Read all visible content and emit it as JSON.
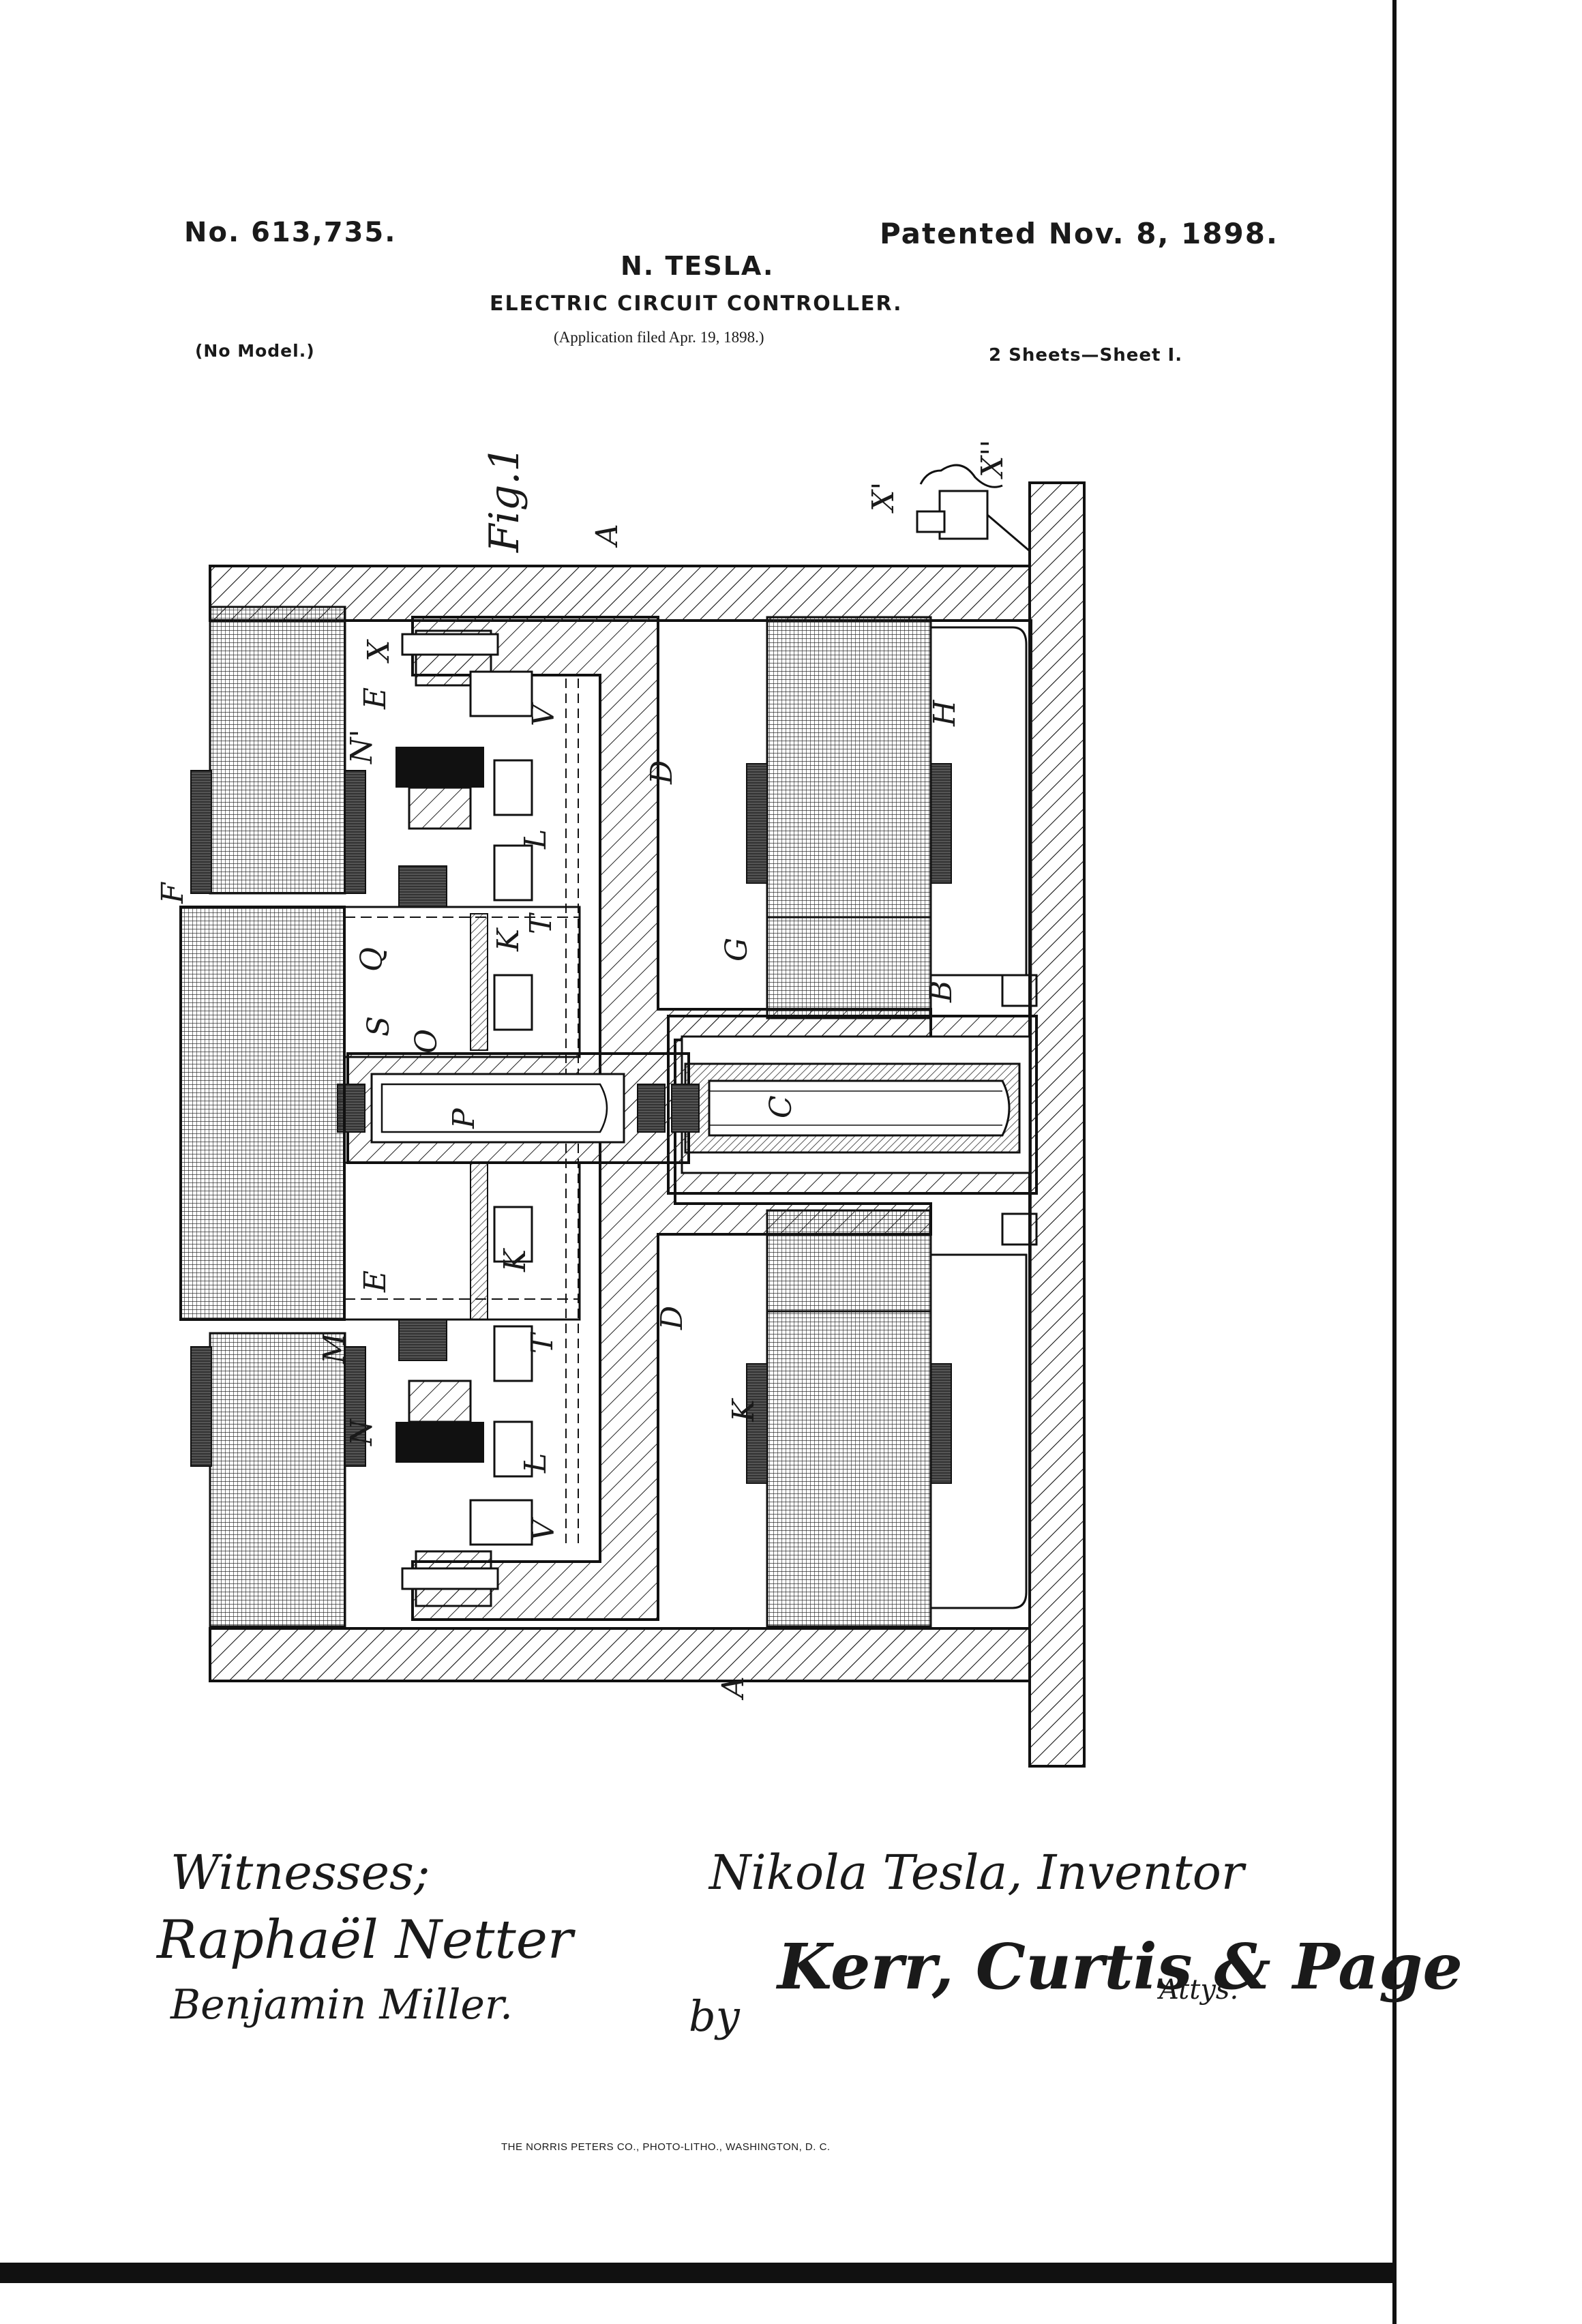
{
  "header": {
    "patent_number": "No. 613,735.",
    "patent_date": "Patented Nov. 8, 1898.",
    "inventor": "N. TESLA.",
    "title": "ELECTRIC CIRCUIT CONTROLLER.",
    "application": "(Application filed Apr. 19, 1898.)",
    "model": "(No Model.)",
    "sheets": "2 Sheets—Sheet I."
  },
  "figure": {
    "label": "Fig.1",
    "letters": [
      "A",
      "B",
      "C",
      "D",
      "E",
      "F",
      "G",
      "H",
      "K",
      "L",
      "M",
      "N",
      "N'",
      "O",
      "P",
      "Q",
      "S",
      "T",
      "V",
      "X",
      "X'",
      "X''"
    ]
  },
  "signatures": {
    "witnesses_label": "Witnesses;",
    "witness_1": "Raphaël Netter",
    "witness_2": "Benjamin Miller.",
    "inventor_line": "Nikola Tesla, Inventor",
    "by": "by",
    "attorneys": "Kerr, Curtis & Page",
    "attys": "Attys."
  },
  "footer": {
    "printer": "THE NORRIS PETERS CO., PHOTO-LITHO., WASHINGTON, D. C."
  }
}
